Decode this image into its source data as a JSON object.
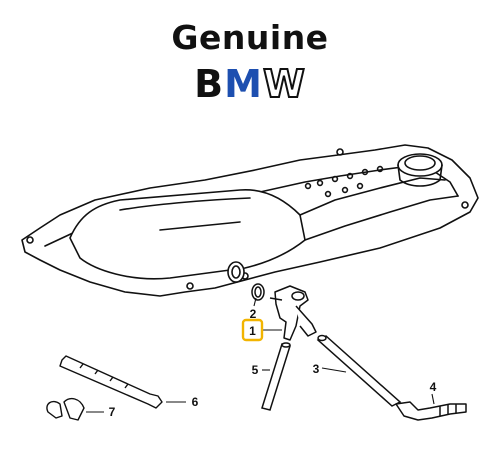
{
  "header": {
    "title": "Genuine",
    "logo_letters": [
      "B",
      "M",
      "W"
    ]
  },
  "diagram": {
    "callouts": [
      {
        "id": "1",
        "label": "1",
        "highlighted": true
      },
      {
        "id": "2",
        "label": "2",
        "highlighted": false
      },
      {
        "id": "3",
        "label": "3",
        "highlighted": false
      },
      {
        "id": "4",
        "label": "4",
        "highlighted": false
      },
      {
        "id": "5",
        "label": "5",
        "highlighted": false
      },
      {
        "id": "6",
        "label": "6",
        "highlighted": false
      },
      {
        "id": "7",
        "label": "7",
        "highlighted": false
      }
    ],
    "highlight_color": "#f2b400"
  }
}
